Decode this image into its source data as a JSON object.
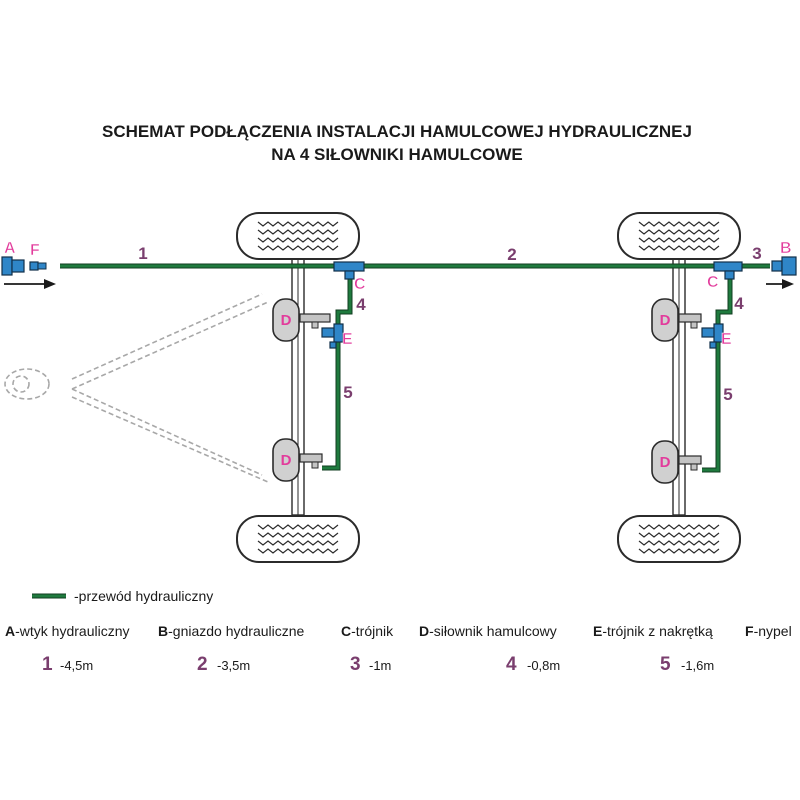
{
  "title": {
    "line1": "SCHEMAT PODŁĄCZENIA INSTALACJI HAMULCOWEJ HYDRAULICZNEJ",
    "line2": "NA 4 SIŁOWNIKI HAMULCOWE"
  },
  "colors": {
    "hose": "#1f7a3e",
    "hose_dark": "#123d20",
    "part_blue": "#2f86c8",
    "label_pink": "#e23c9c",
    "number_purple": "#7a3e6e",
    "cylinder_gray": "#d0d0d0"
  },
  "diagram": {
    "hose_numbers": {
      "h1": "1",
      "h2": "2",
      "h3": "3",
      "h4a": "4",
      "h4b": "4",
      "h5a": "5",
      "h5b": "5"
    },
    "part_letters": {
      "A": "A",
      "F": "F",
      "B": "B",
      "C1": "C",
      "C2": "C",
      "E1": "E",
      "E2": "E",
      "D1": "D",
      "D2": "D",
      "D3": "D",
      "D4": "D"
    }
  },
  "legend": {
    "hose_label": "-przewód hydrauliczny",
    "parts": [
      {
        "letter": "A",
        "text": "-wtyk hydrauliczny"
      },
      {
        "letter": "B",
        "text": "-gniazdo hydrauliczne"
      },
      {
        "letter": "C",
        "text": "-trójnik"
      },
      {
        "letter": "D",
        "text": "-siłownik hamulcowy"
      },
      {
        "letter": "E",
        "text": "-trójnik z nakrętką"
      },
      {
        "letter": "F",
        "text": "-nypel"
      }
    ],
    "lengths": [
      {
        "num": "1",
        "value": "-4,5m"
      },
      {
        "num": "2",
        "value": "-3,5m"
      },
      {
        "num": "3",
        "value": "-1m"
      },
      {
        "num": "4",
        "value": "-0,8m"
      },
      {
        "num": "5",
        "value": "-1,6m"
      }
    ]
  }
}
